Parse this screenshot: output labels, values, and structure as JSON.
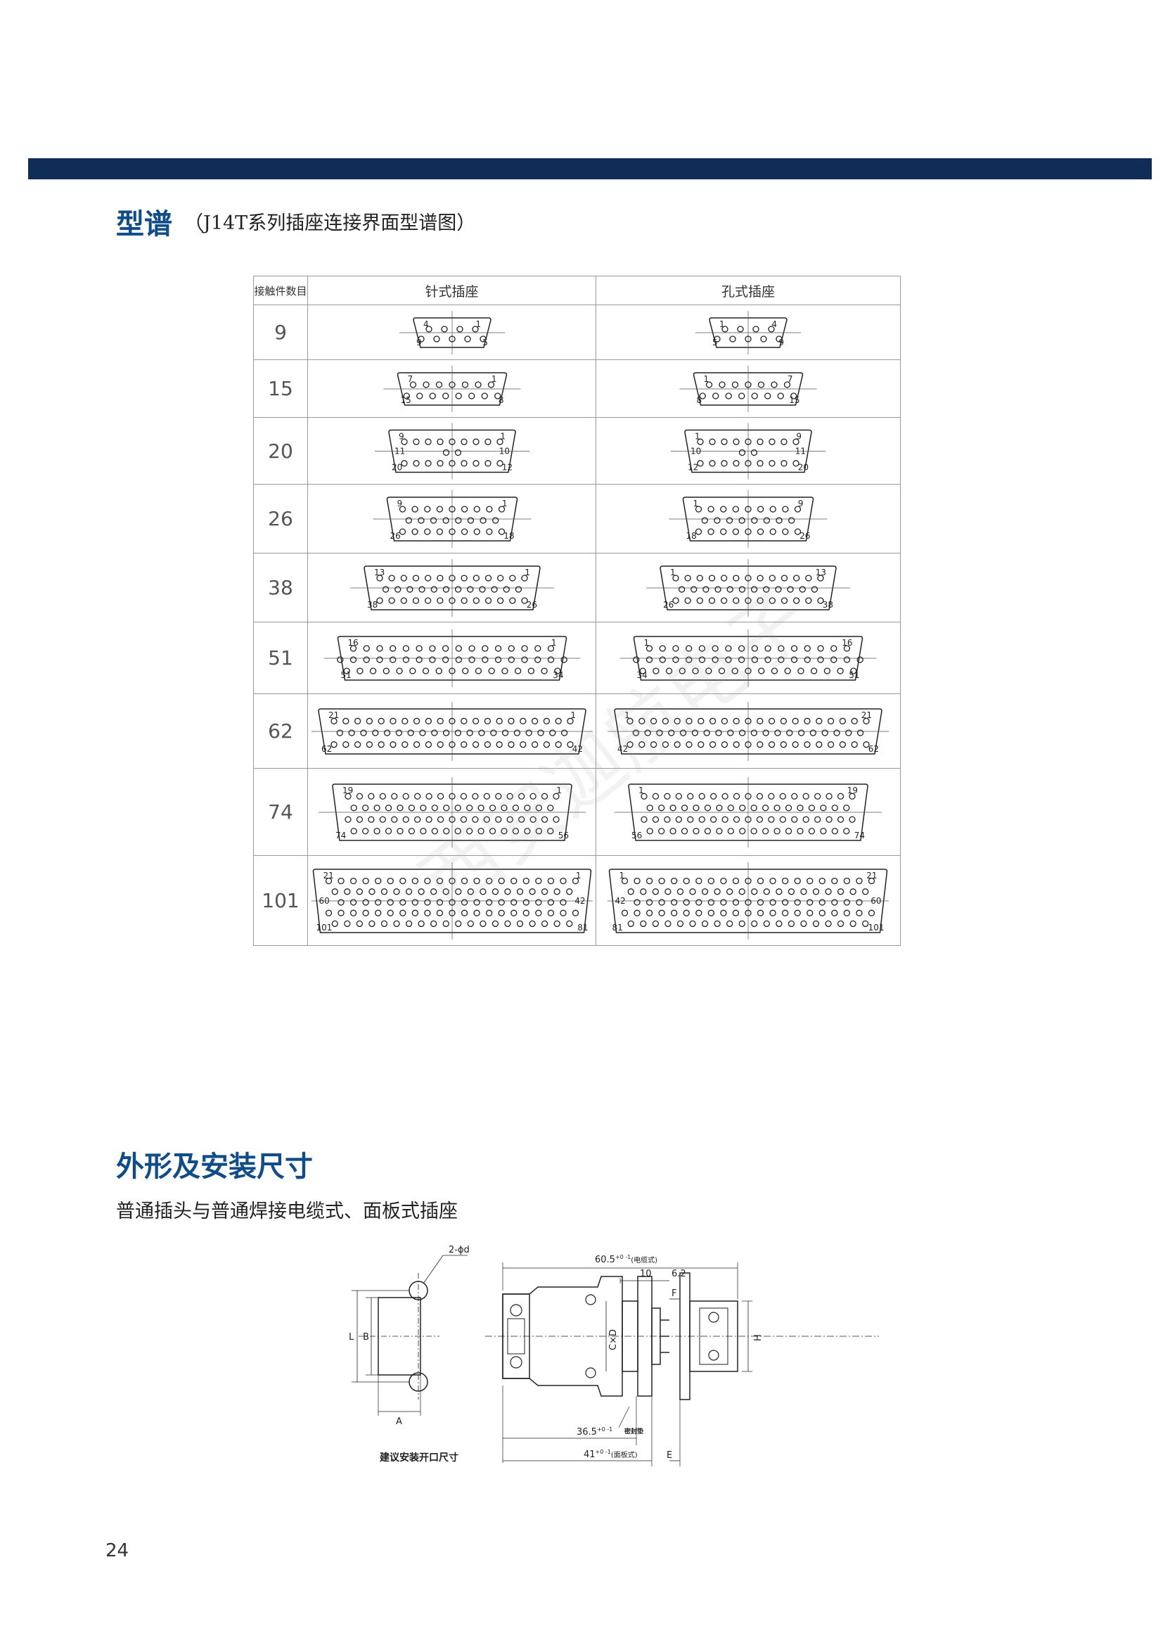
{
  "section1": {
    "title": "型谱",
    "subtitle": "（J14T系列插座连接界面型谱图）"
  },
  "table": {
    "headers": [
      "接触件数目",
      "针式插座",
      "孔式插座"
    ],
    "rows": [
      {
        "count": "9",
        "pin": {
          "tl": "4",
          "tr": "1",
          "bl": "9",
          "br": "5",
          "ml": "",
          "mr": ""
        },
        "socket": {
          "tl": "1",
          "tr": "4",
          "bl": "5",
          "br": "9",
          "ml": "",
          "mr": ""
        }
      },
      {
        "count": "15",
        "pin": {
          "tl": "7",
          "tr": "1",
          "bl": "15",
          "br": "8",
          "ml": "",
          "mr": ""
        },
        "socket": {
          "tl": "1",
          "tr": "7",
          "bl": "8",
          "br": "15",
          "ml": "",
          "mr": ""
        }
      },
      {
        "count": "20",
        "pin": {
          "tl": "9",
          "tr": "1",
          "bl": "20",
          "br": "12",
          "ml": "11",
          "mr": "10"
        },
        "socket": {
          "tl": "1",
          "tr": "9",
          "bl": "12",
          "br": "20",
          "ml": "10",
          "mr": "11"
        }
      },
      {
        "count": "26",
        "pin": {
          "tl": "9",
          "tr": "1",
          "bl": "26",
          "br": "18",
          "ml": "",
          "mr": ""
        },
        "socket": {
          "tl": "1",
          "tr": "9",
          "bl": "18",
          "br": "26",
          "ml": "",
          "mr": ""
        }
      },
      {
        "count": "38",
        "pin": {
          "tl": "13",
          "tr": "1",
          "bl": "38",
          "br": "26",
          "ml": "",
          "mr": ""
        },
        "socket": {
          "tl": "1",
          "tr": "13",
          "bl": "26",
          "br": "38",
          "ml": "",
          "mr": ""
        }
      },
      {
        "count": "51",
        "pin": {
          "tl": "16",
          "tr": "1",
          "bl": "51",
          "br": "34",
          "ml": "",
          "mr": ""
        },
        "socket": {
          "tl": "1",
          "tr": "16",
          "bl": "34",
          "br": "51",
          "ml": "",
          "mr": ""
        }
      },
      {
        "count": "62",
        "pin": {
          "tl": "21",
          "tr": "1",
          "bl": "62",
          "br": "42",
          "ml": "",
          "mr": ""
        },
        "socket": {
          "tl": "1",
          "tr": "21",
          "bl": "42",
          "br": "62",
          "ml": "",
          "mr": ""
        }
      },
      {
        "count": "74",
        "pin": {
          "tl": "19",
          "tr": "1",
          "bl": "74",
          "br": "56",
          "ml": "",
          "mr": ""
        },
        "socket": {
          "tl": "1",
          "tr": "19",
          "bl": "56",
          "br": "74",
          "ml": "",
          "mr": ""
        }
      },
      {
        "count": "101",
        "pin": {
          "tl": "21",
          "tr": "1",
          "bl": "101",
          "br": "81",
          "ml": "60",
          "mr": "42"
        },
        "socket": {
          "tl": "1",
          "tr": "21",
          "bl": "81",
          "br": "101",
          "ml": "42",
          "mr": "60"
        }
      }
    ]
  },
  "section2": {
    "title": "外形及安装尺寸",
    "subtitle": "普通插头与普通焊接电缆式、面板式插座"
  },
  "drawing": {
    "dim_top": "60.5",
    "dim_top_tol": "+0 -1",
    "dim_top_note": "(电缆式)",
    "dim_10": "10",
    "dim_62": "6.2",
    "dim_F": "F",
    "dim_Cx": "C×D",
    "dim_H": "H",
    "dim_365": "36.5",
    "dim_365_tol": "+0 -1",
    "dim_note_small": "密封垫",
    "dim_41": "41",
    "dim_41_tol": "+0 -1",
    "dim_41_note": "(面板式)",
    "dim_E": "E",
    "hole_label": "2-ϕd",
    "L": "L",
    "B": "B",
    "A": "A",
    "panel_caption": "建议安装开口尺寸"
  },
  "page_number": "24"
}
